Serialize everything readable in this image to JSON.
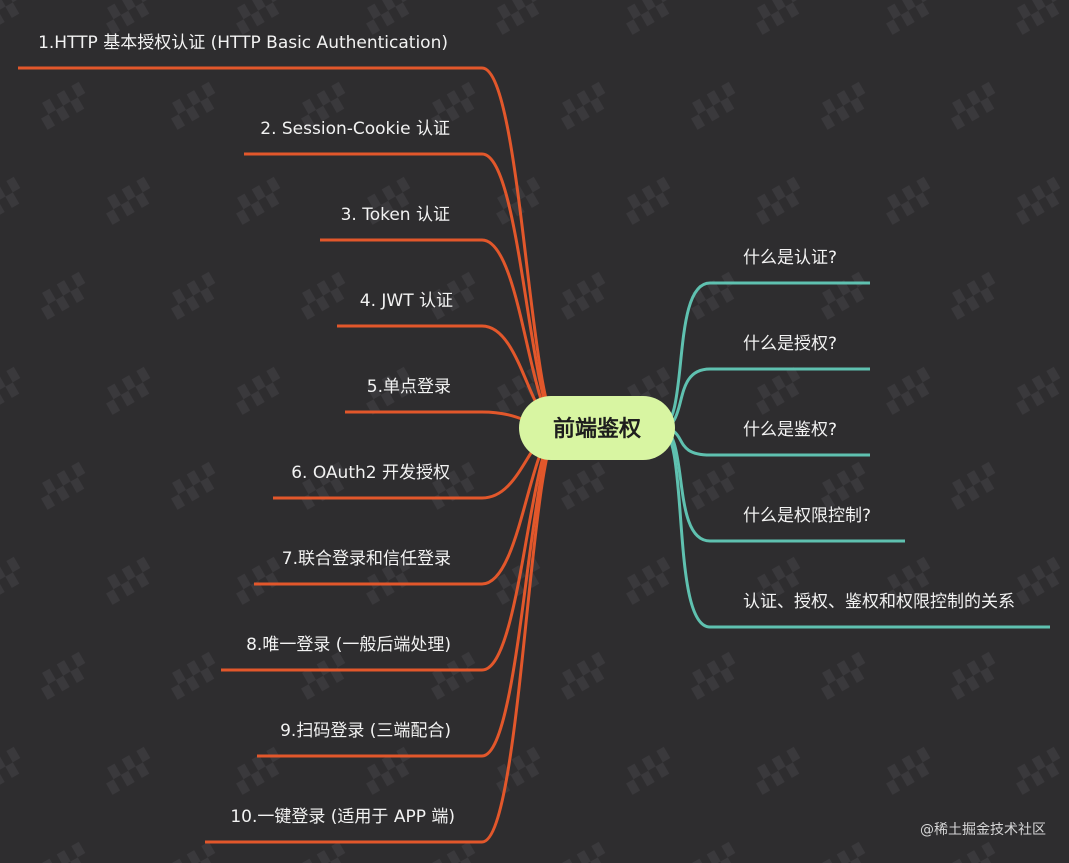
{
  "root": {
    "label": "前端鉴权"
  },
  "left_branches": [
    {
      "label": "1.HTTP 基本授权认证 (HTTP Basic Authentication)"
    },
    {
      "label": "2. Session-Cookie 认证"
    },
    {
      "label": "3. Token 认证"
    },
    {
      "label": "4. JWT 认证"
    },
    {
      "label": "5.单点登录"
    },
    {
      "label": "6. OAuth2 开发授权"
    },
    {
      "label": "7.联合登录和信任登录"
    },
    {
      "label": "8.唯一登录 (一般后端处理)"
    },
    {
      "label": "9.扫码登录 (三端配合)"
    },
    {
      "label": "10.一键登录 (适用于 APP 端)"
    }
  ],
  "right_branches": [
    {
      "label": "什么是认证?"
    },
    {
      "label": "什么是授权?"
    },
    {
      "label": "什么是鉴权?"
    },
    {
      "label": "什么是权限控制?"
    },
    {
      "label": "认证、授权、鉴权和权限控制的关系"
    }
  ],
  "watermark": "@稀土掘金技术社区",
  "colors": {
    "background": "#2e2d2f",
    "left_branch": "#e2572b",
    "right_branch": "#5fc1b0",
    "root_fill": "#d8f5a2",
    "text": "#f2f2f2"
  }
}
